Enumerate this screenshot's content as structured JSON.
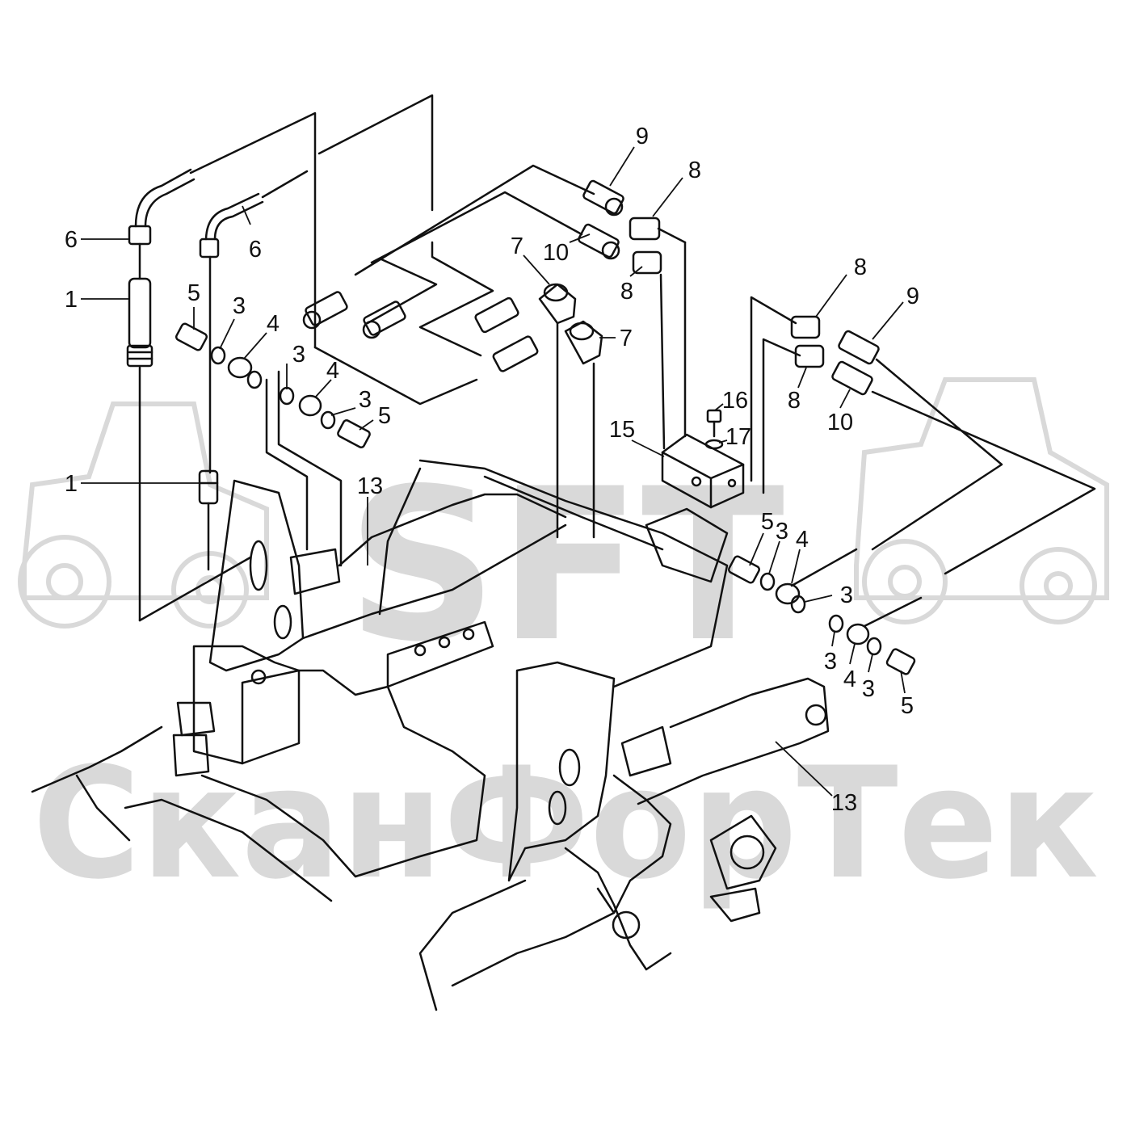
{
  "watermark": {
    "logo_text": "SFT",
    "brand_text": "СканФорТек",
    "color": "#d9d9d9"
  },
  "line_color": "#111111",
  "callouts": [
    {
      "id": "c6a",
      "label": "6"
    },
    {
      "id": "c1a",
      "label": "1"
    },
    {
      "id": "c1b",
      "label": "1"
    },
    {
      "id": "c6b",
      "label": "6"
    },
    {
      "id": "c5a",
      "label": "5"
    },
    {
      "id": "c3a",
      "label": "3"
    },
    {
      "id": "c4a",
      "label": "4"
    },
    {
      "id": "c3b",
      "label": "3"
    },
    {
      "id": "c4b",
      "label": "4"
    },
    {
      "id": "c3c",
      "label": "3"
    },
    {
      "id": "c5b",
      "label": "5"
    },
    {
      "id": "c9a",
      "label": "9"
    },
    {
      "id": "c8a",
      "label": "8"
    },
    {
      "id": "c10a",
      "label": "10"
    },
    {
      "id": "c8b",
      "label": "8"
    },
    {
      "id": "c7a",
      "label": "7"
    },
    {
      "id": "c7b",
      "label": "7"
    },
    {
      "id": "c8c",
      "label": "8"
    },
    {
      "id": "c9b",
      "label": "9"
    },
    {
      "id": "c8d",
      "label": "8"
    },
    {
      "id": "c10b",
      "label": "10"
    },
    {
      "id": "c16",
      "label": "16"
    },
    {
      "id": "c17",
      "label": "17"
    },
    {
      "id": "c15",
      "label": "15"
    },
    {
      "id": "c13a",
      "label": "13"
    },
    {
      "id": "c5c",
      "label": "5"
    },
    {
      "id": "c3d",
      "label": "3"
    },
    {
      "id": "c4c",
      "label": "4"
    },
    {
      "id": "c3e",
      "label": "3"
    },
    {
      "id": "c3f",
      "label": "3"
    },
    {
      "id": "c4d",
      "label": "4"
    },
    {
      "id": "c3g",
      "label": "3"
    },
    {
      "id": "c5d",
      "label": "5"
    },
    {
      "id": "c13b",
      "label": "13"
    }
  ]
}
